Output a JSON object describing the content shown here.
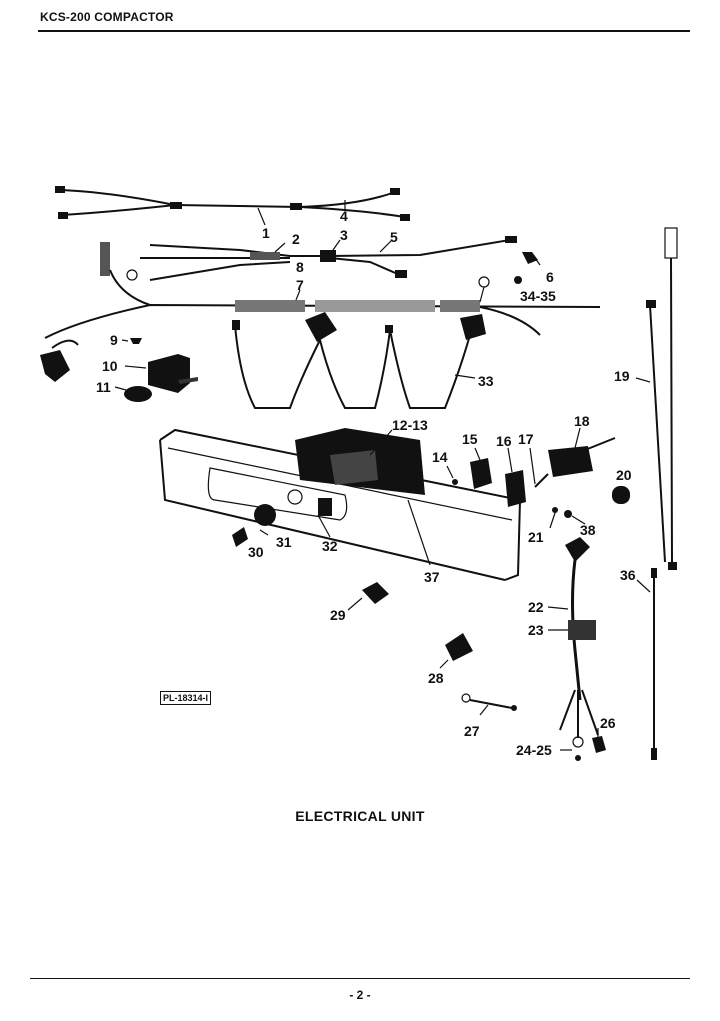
{
  "header": {
    "title": "KCS-200 COMPACTOR"
  },
  "caption": "ELECTRICAL UNIT",
  "plate_code": "PL-18314-I",
  "page_number": "- 2 -",
  "part_labels": {
    "p1": "1",
    "p2": "2",
    "p3": "3",
    "p4": "4",
    "p5": "5",
    "p6": "6",
    "p7": "7",
    "p8": "8",
    "p9": "9",
    "p10": "10",
    "p11": "11",
    "p12_13": "12-13",
    "p14": "14",
    "p15": "15",
    "p16": "16",
    "p17": "17",
    "p18": "18",
    "p19": "19",
    "p20": "20",
    "p21": "21",
    "p22": "22",
    "p23": "23",
    "p24_25": "24-25",
    "p26": "26",
    "p27": "27",
    "p28": "28",
    "p29": "29",
    "p30": "30",
    "p31": "31",
    "p32": "32",
    "p33": "33",
    "p34_35": "34-35",
    "p36": "36",
    "p37": "37",
    "p38": "38"
  }
}
